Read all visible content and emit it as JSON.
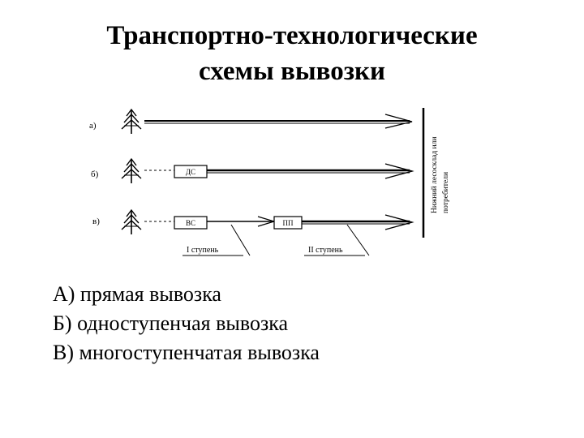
{
  "title": {
    "line1": "Транспортно-технологические",
    "line2": "схемы вывозки"
  },
  "diagram": {
    "row_labels": [
      "а)",
      "б)",
      "в)"
    ],
    "box_labels": {
      "ds_row2": "ДС",
      "vs_row3": "ВС",
      "pp_row3": "ПП"
    },
    "stage_labels": [
      "I ступень",
      "II ступень"
    ],
    "vertical_label": [
      "Нижний лесосклад или",
      "потребители"
    ]
  },
  "legend": [
    "А) прямая вывозка",
    "Б) одноступенчая вывозка",
    "В) многоступенчатая вывозка"
  ]
}
